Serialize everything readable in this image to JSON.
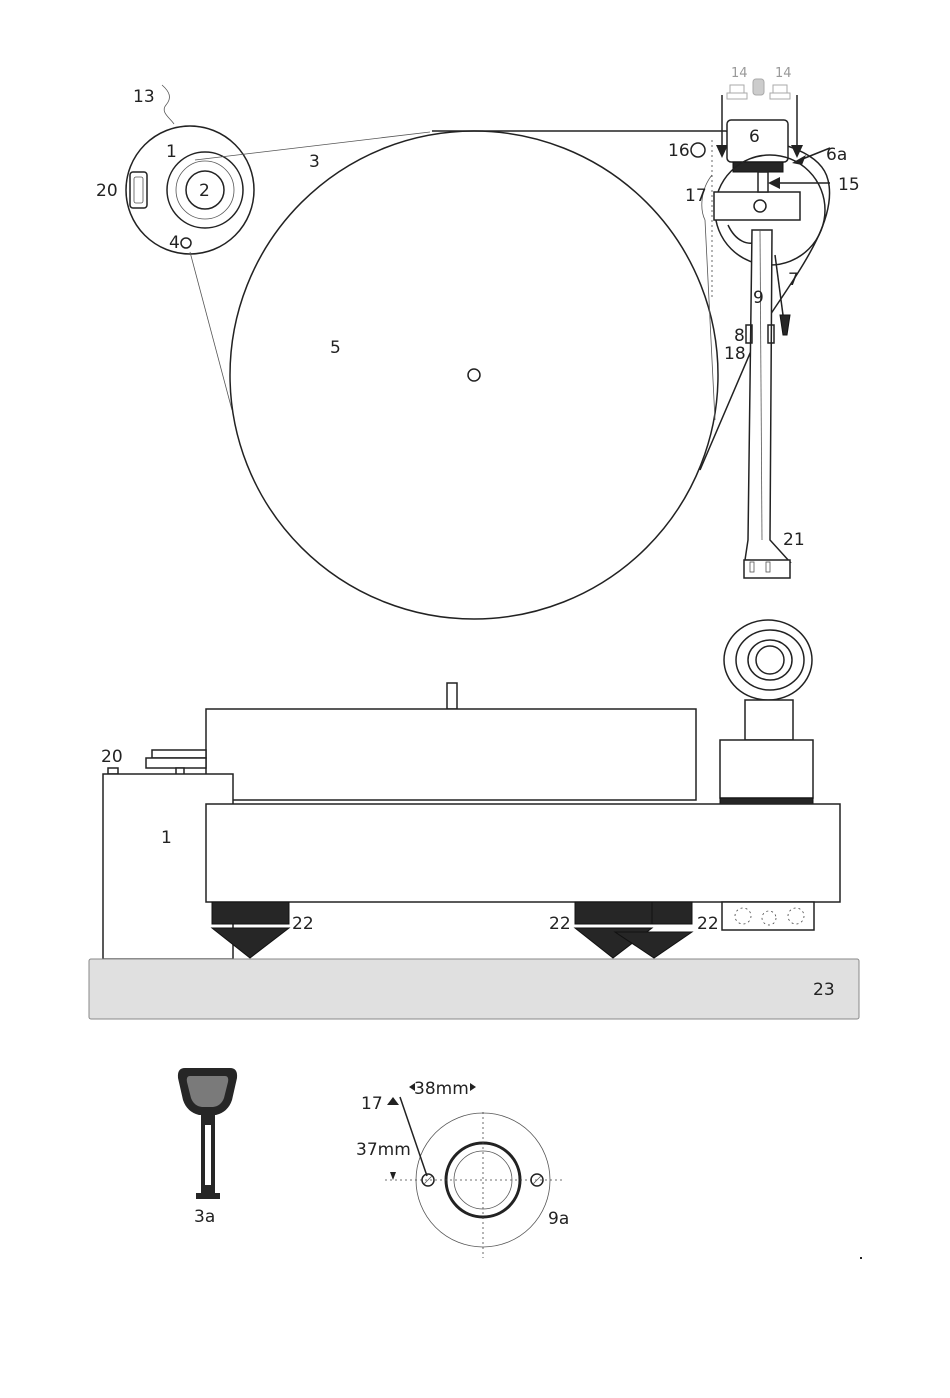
{
  "labels": {
    "l13": "13",
    "l1_top": "1",
    "l20_top": "20",
    "l2": "2",
    "l4": "4",
    "l3": "3",
    "l5": "5",
    "l14a": "14",
    "l14b": "14",
    "l6": "6",
    "l6a": "6a",
    "l16": "16",
    "l15": "15",
    "l17_top": "17",
    "l7": "7",
    "l9": "9",
    "l8": "8",
    "l18": "18",
    "l21": "21",
    "l20_side": "20",
    "l1_side": "1",
    "l22a": "22",
    "l22b": "22",
    "l22c": "22",
    "l23": "23",
    "l3a": "3a",
    "l17_bottom": "17",
    "l38mm": "38mm",
    "l37mm": "37mm",
    "l9a": "9a"
  },
  "colors": {
    "line": "#222222",
    "feet": "#262626",
    "base_plate": "#e0e0e0",
    "tool_head": "#7a7a7a",
    "connector": "#aaaaaa"
  }
}
